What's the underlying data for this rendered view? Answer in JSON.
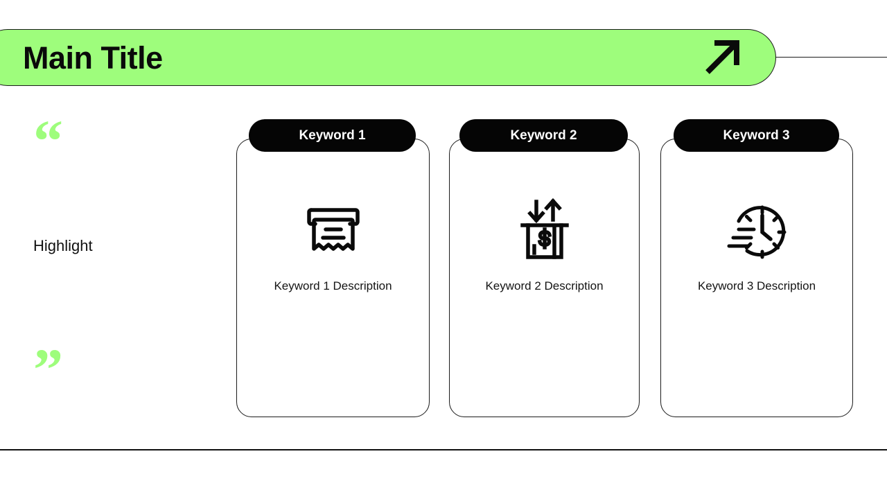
{
  "header": {
    "title": "Main Title",
    "arrow_icon": "arrow-up-right-icon",
    "banner_color": "#9EFD7C",
    "border_color": "#1A1A1A"
  },
  "highlight": {
    "quote_open": "“",
    "quote_close": "”",
    "label": "Highlight",
    "quote_color": "#9EFD7C"
  },
  "cards": [
    {
      "pill_label": "Keyword 1",
      "description": "Keyword 1 Description",
      "icon": "receipt-invoice-icon"
    },
    {
      "pill_label": "Keyword 2",
      "description": "Keyword 2 Description",
      "icon": "cash-flow-dollar-icon"
    },
    {
      "pill_label": "Keyword 3",
      "description": "Keyword 3 Description",
      "icon": "fast-clock-icon"
    }
  ],
  "theme": {
    "background": "#FFFFFF",
    "pill_background": "#050505",
    "pill_text": "#FFFFFF",
    "text": "#111111"
  }
}
